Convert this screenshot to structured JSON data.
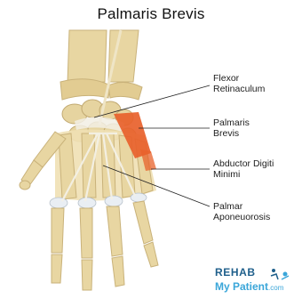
{
  "title": "Palmaris Brevis",
  "labels": {
    "flexor": [
      "Flexor",
      "Retinaculum"
    ],
    "palmaris": [
      "Palmaris",
      "Brevis"
    ],
    "abductor": [
      "Abductor Digiti",
      "Minimi"
    ],
    "aponeurosis": [
      "Palmar",
      "Aponeuorosis"
    ]
  },
  "logo": {
    "rehab": "REHAB",
    "mypatient": "My Patient",
    "com": ".com",
    "color_dark": "#1f5f8b",
    "color_light": "#3aa6d9"
  },
  "colors": {
    "bone": "#e8d6a2",
    "bone_shadow": "#c9b27a",
    "muscle": "#e8612b",
    "cartilage": "#e9eef3"
  }
}
